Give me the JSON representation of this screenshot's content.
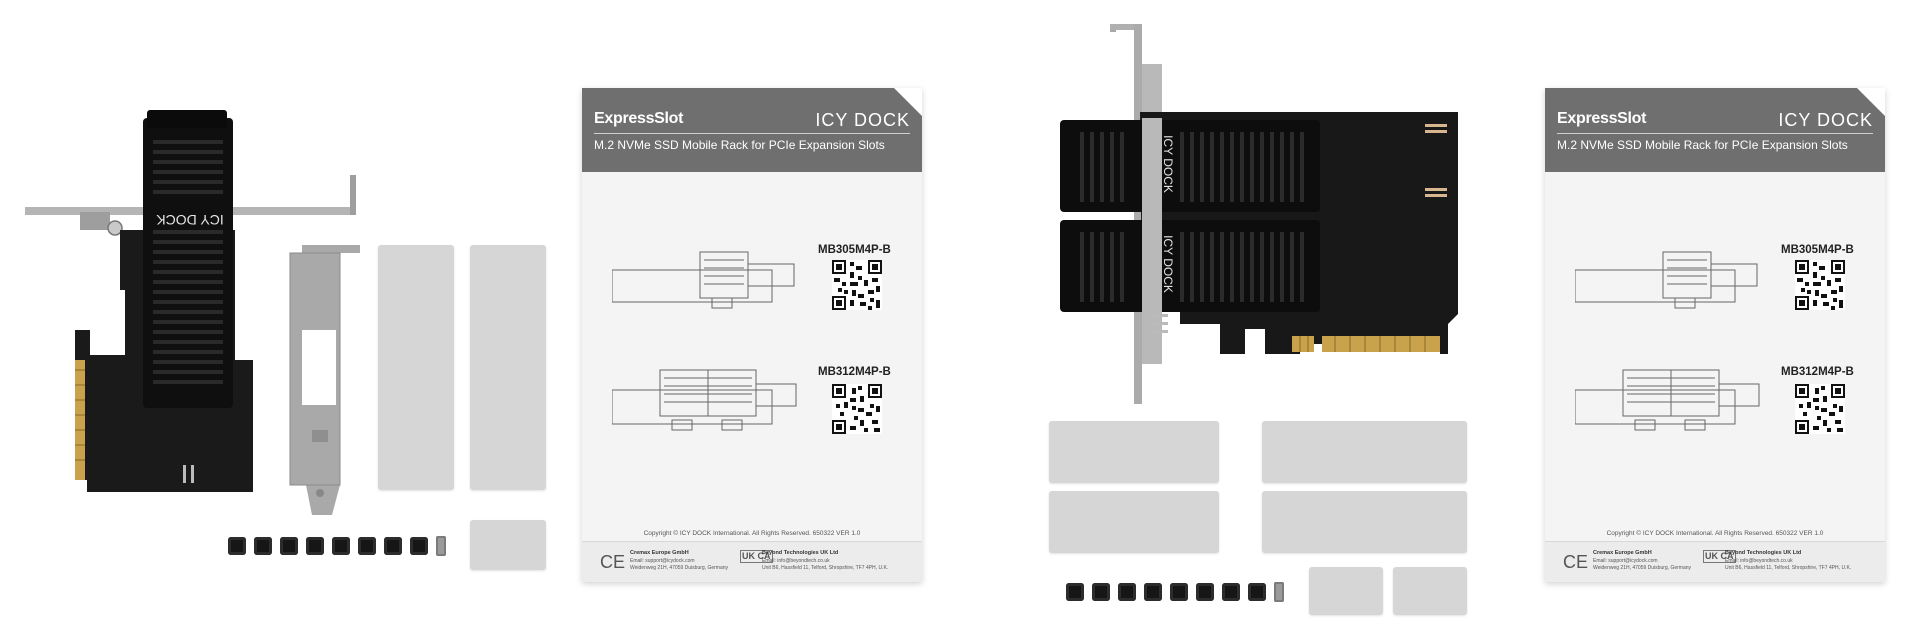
{
  "product_single": {
    "heatsink_logo": "ICY DOCK"
  },
  "product_dual": {
    "heatsink_logo_top": "ICY DOCK",
    "heatsink_logo_bottom": "ICY DOCK"
  },
  "manual": {
    "series": "ExpressSlot",
    "brand": "ICY DOCK",
    "tagline": "M.2 NVMe SSD Mobile Rack for PCIe Expansion Slots",
    "model_1": "MB305M4P-B",
    "model_2": "MB312M4P-B",
    "copyright": "Copyright © ICY DOCK International. All Rights Reserved. 650322 VER 1.0",
    "ce_mark": "CE",
    "eu_company": "Cremax Europe GmbH",
    "eu_email": "Email: support@icydock.com",
    "eu_address": "Weidenweg 21H, 47059 Duisburg, Germany",
    "ukca_mark": "UK CA",
    "uk_company": "Beyond Technologies UK Ltd",
    "uk_email": "Email: info@beyondtech.co.uk",
    "uk_address": "Unit B6, Hassfield 11, Telford, Shropshire, TF7 4PH, U.K."
  },
  "colors": {
    "background": "#ffffff",
    "card_black": "#151515",
    "bracket_gray": "#a9a9a9",
    "thermal_pad": "#d6d6d6",
    "gold_contacts": "#c9a24b",
    "manual_header": "#6f6f6f"
  }
}
